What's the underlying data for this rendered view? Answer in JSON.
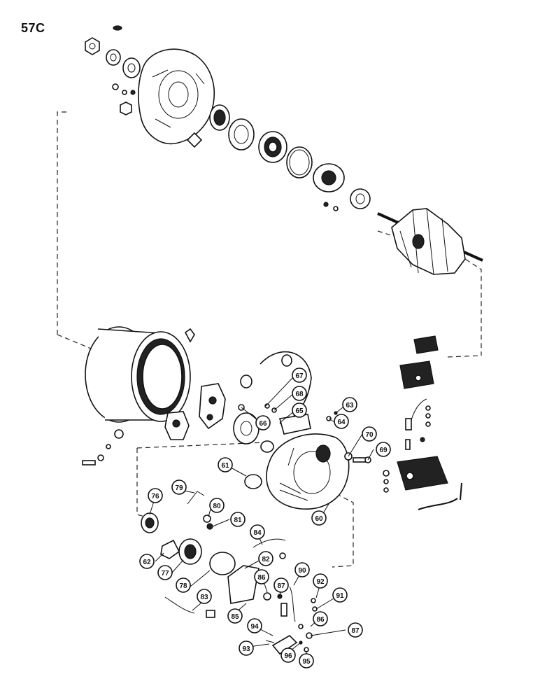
{
  "page_label": "57C",
  "callouts": [
    "60",
    "61",
    "62",
    "63",
    "64",
    "65",
    "66",
    "67",
    "68",
    "69",
    "70",
    "76",
    "77",
    "78",
    "79",
    "80",
    "81",
    "82",
    "83",
    "84",
    "85",
    "86",
    "87",
    "90",
    "91",
    "92",
    "93",
    "94",
    "95",
    "96",
    "86",
    "87"
  ]
}
